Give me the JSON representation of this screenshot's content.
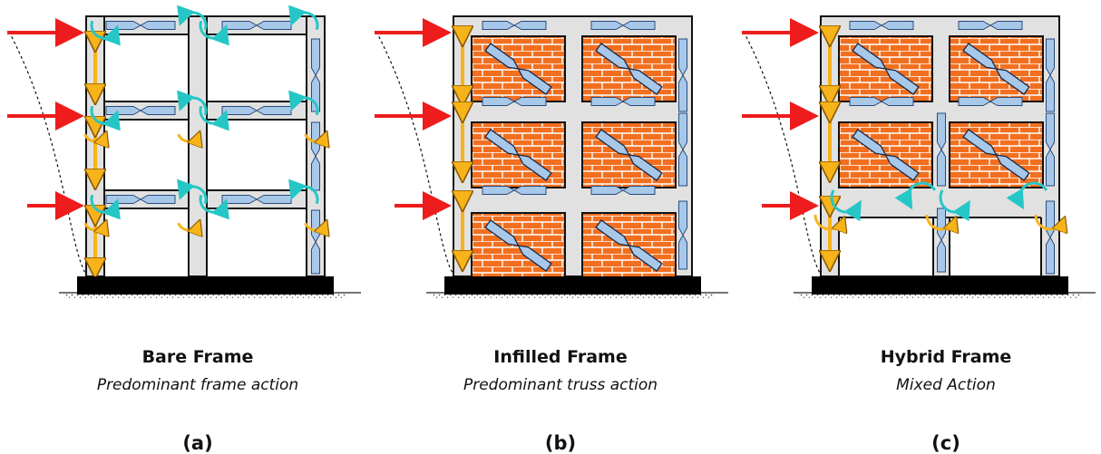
{
  "colors": {
    "frame_fill": "#e1e1e1",
    "frame_stroke": "#111111",
    "brick": "#f26f1f",
    "mortar": "#ffffff",
    "load_arrow": "#ee1c1c",
    "axial_arrow": "#f7b31a",
    "moment_arrow": "#26c6c6",
    "member_force": "#a8c8ea",
    "foundation": "#000000",
    "soil": "#c9c9c9"
  },
  "panels": [
    {
      "id": "a",
      "title": "Bare Frame",
      "subtitle": "Predominant frame action",
      "label": "(a)",
      "type": "bare"
    },
    {
      "id": "b",
      "title": "Infilled Frame",
      "subtitle": "Predominant truss action",
      "label": "(b)",
      "type": "infilled"
    },
    {
      "id": "c",
      "title": "Hybrid Frame",
      "subtitle": "Mixed Action",
      "label": "(c)",
      "type": "hybrid"
    }
  ]
}
